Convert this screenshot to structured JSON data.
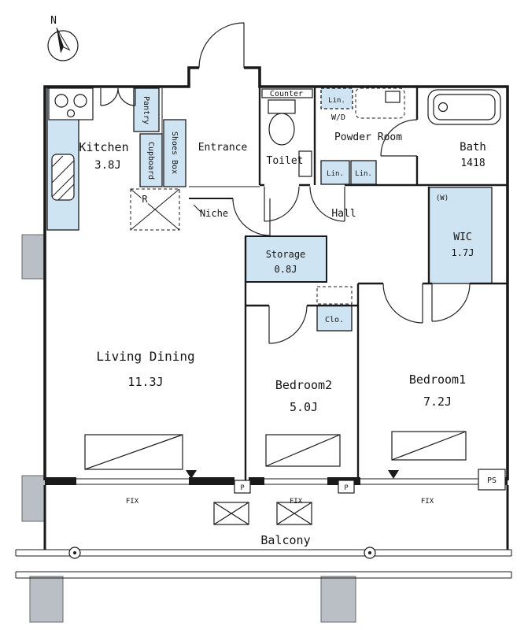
{
  "plan": {
    "compass_label": "N",
    "rooms": {
      "kitchen": {
        "name": "Kitchen",
        "size": "3.8J"
      },
      "living_dining": {
        "name": "Living Dining",
        "size": "11.3J"
      },
      "bedroom1": {
        "name": "Bedroom1",
        "size": "7.2J"
      },
      "bedroom2": {
        "name": "Bedroom2",
        "size": "5.0J"
      },
      "wic": {
        "name": "WIC",
        "size": "1.7J"
      },
      "storage": {
        "name": "Storage",
        "size": "0.8J"
      },
      "bath": {
        "name": "Bath",
        "size": "1418"
      },
      "toilet": {
        "name": "Toilet"
      },
      "powder_room": {
        "name": "Powder Room"
      },
      "entrance": {
        "name": "Entrance"
      },
      "hall": {
        "name": "Hall"
      },
      "balcony": {
        "name": "Balcony"
      },
      "closet": {
        "name": "Clo."
      },
      "niche": {
        "name": "Niche"
      }
    },
    "storage_labels": {
      "pantry": "Pantry",
      "cupboard": "Cupboard",
      "shoes_box": "Shoes Box",
      "linen_top": "Lin.",
      "linen_left": "Lin.",
      "linen_right": "Lin.",
      "refrigerator": "R"
    },
    "fixture_labels": {
      "counter": "Counter",
      "washer_dryer": "W/D",
      "window_mark": "(W)"
    },
    "window_labels": {
      "fix_living": "FIX",
      "fix_bedroom2": "FIX",
      "fix_bedroom1": "FIX"
    },
    "utility_labels": {
      "pipe_left": "P",
      "pipe_right": "P",
      "pipe_space": "PS"
    }
  },
  "colors": {
    "closet_fill": "#cfe4f2",
    "wall": "#1a1a1a",
    "pillar": "#b9bfc4",
    "pillar_border": "#63686c"
  }
}
